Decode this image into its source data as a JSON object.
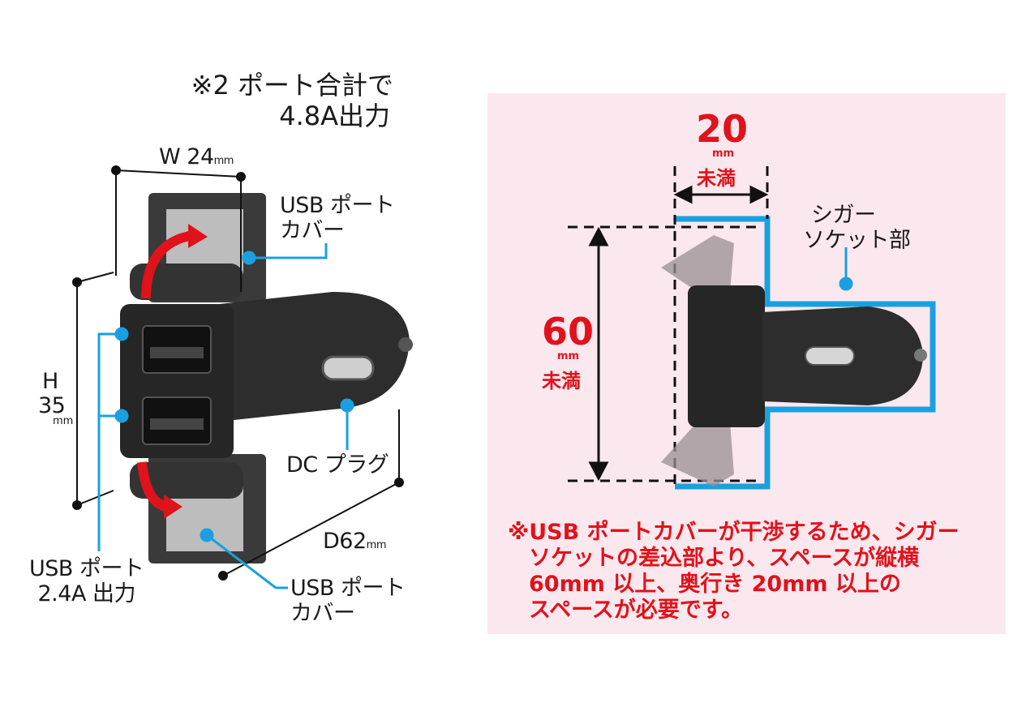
{
  "left": {
    "port_total_note": [
      "※2 ポート合計で",
      "4.8A出力"
    ],
    "width_label": "W 24",
    "width_unit": "mm",
    "height_label_h": "H",
    "height_label_num": "35",
    "height_unit": "mm",
    "depth_label": "D62",
    "depth_unit": "mm",
    "usb_cover_top": [
      "USB ポート",
      "カバー"
    ],
    "usb_cover_bottom": [
      "USB ポート",
      "カバー"
    ],
    "dc_plug": "DC プラグ",
    "usb_port": [
      "USB ポート",
      "2.4A 出力"
    ]
  },
  "right": {
    "panel_color": "#fbe8ee",
    "top_dim_num": "20",
    "top_dim_unit": "mm",
    "top_dim_text": "未満",
    "side_dim_num": "60",
    "side_dim_unit": "mm",
    "side_dim_text": "未満",
    "socket_label": [
      "シガー",
      "ソケット部"
    ],
    "note": [
      "※USB ポートカバーが干渉するため、シガー",
      "ソケットの差込部より、スペースが縦横",
      "60mm 以上、奥行き 20mm 以上の",
      "スペースが必要です。"
    ]
  },
  "colors": {
    "accent_blue": "#1aa0e0",
    "red": "#e0121b",
    "device": "#2b2b2b",
    "cover": "#3a3a3a"
  }
}
